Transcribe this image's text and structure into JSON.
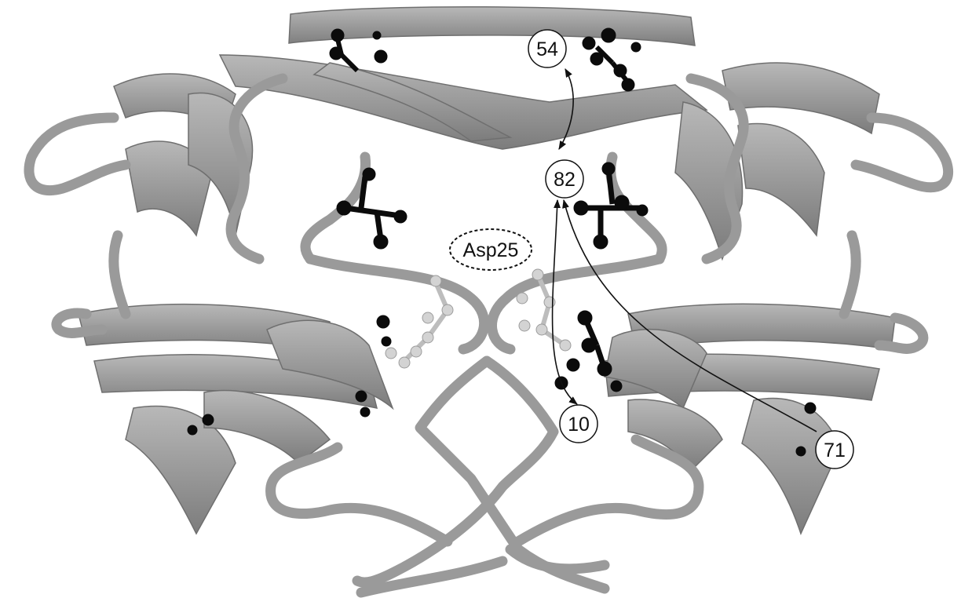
{
  "figure": {
    "labels": {
      "residue_54": "54",
      "residue_82": "82",
      "residue_10": "10",
      "residue_71": "71",
      "active_site": "Asp25"
    },
    "colors": {
      "ribbon": "#9a9a9a",
      "ribbon_dark": "#6f6f6f",
      "ribbon_light": "#c4c4c4",
      "mutation_atoms": "#0b0b0b",
      "active_site_atoms": "#d3d3d3",
      "arrow": "#111111",
      "background": "#ffffff"
    }
  }
}
